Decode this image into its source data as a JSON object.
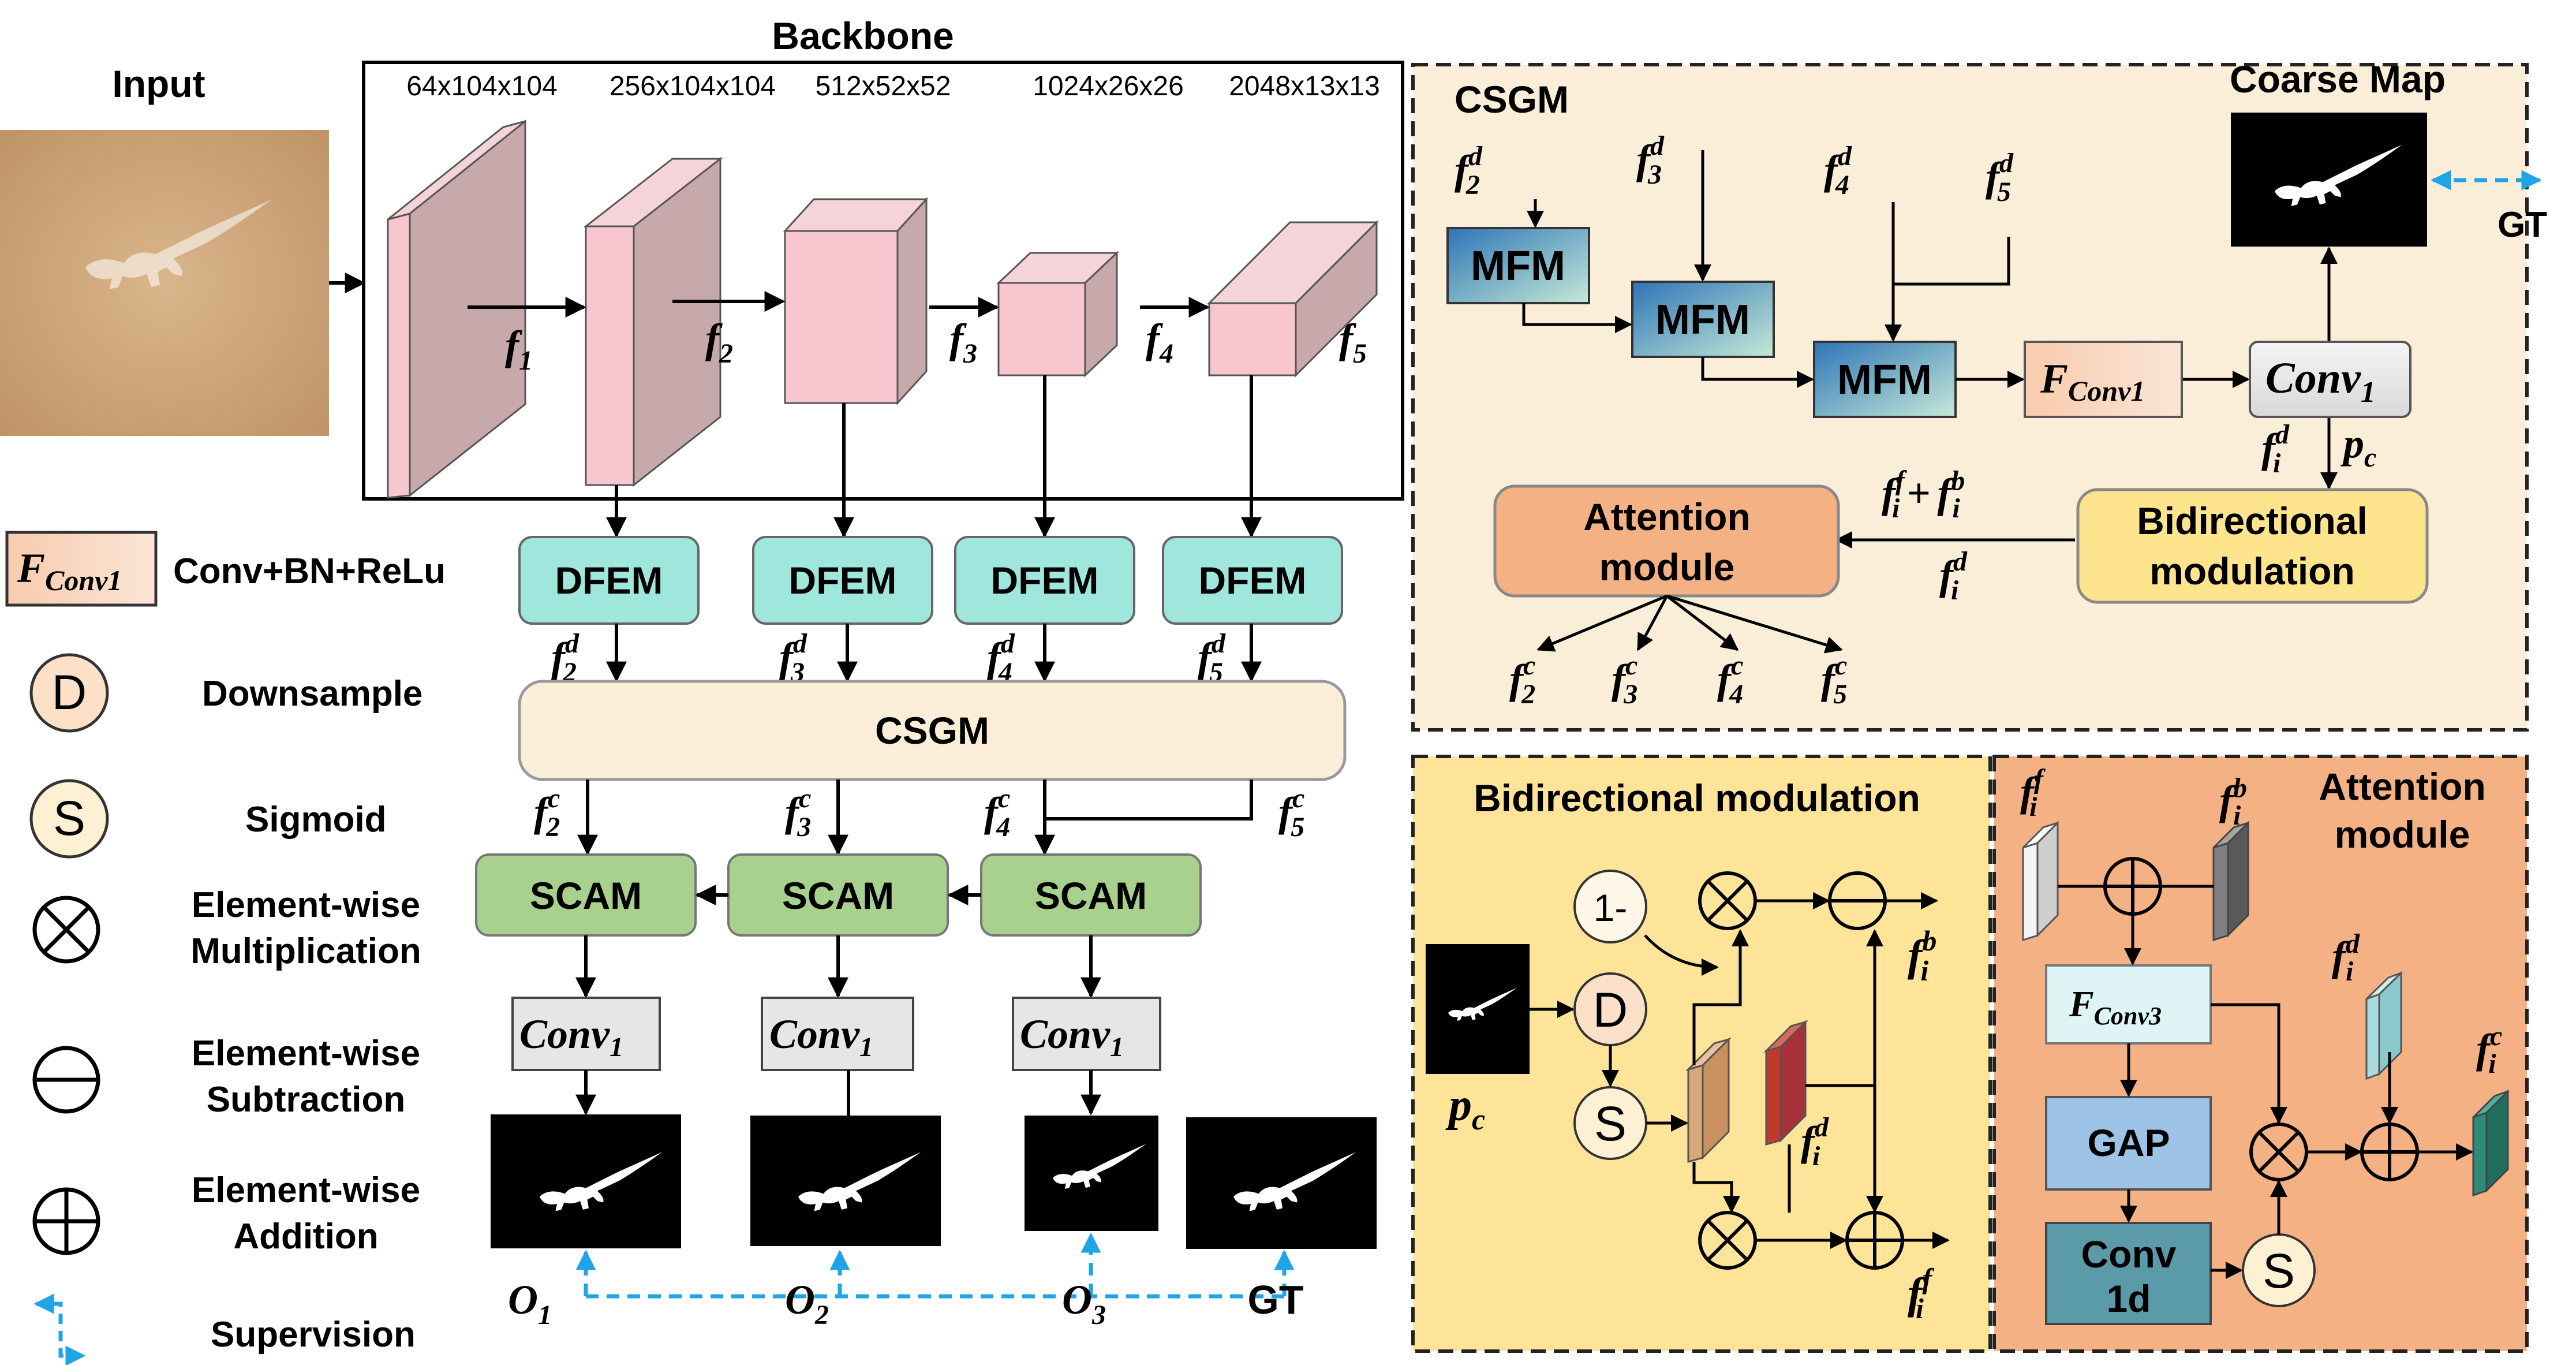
{
  "input": {
    "label": "Input"
  },
  "backbone": {
    "title": "Backbone",
    "dims": [
      "64x104x104",
      "256x104x104",
      "512x52x52",
      "1024x26x26",
      "2048x13x13"
    ],
    "features": [
      {
        "base": "f",
        "sub": "1"
      },
      {
        "base": "f",
        "sub": "2"
      },
      {
        "base": "f",
        "sub": "3"
      },
      {
        "base": "f",
        "sub": "4"
      },
      {
        "base": "f",
        "sub": "5"
      }
    ]
  },
  "legend": {
    "fconv1": {
      "base": "F",
      "sub": "Conv1"
    },
    "fconv1_desc": "Conv+BN+ReLu",
    "downsample_symbol": "D",
    "downsample_label": "Downsample",
    "sigmoid_symbol": "S",
    "sigmoid_label": "Sigmoid",
    "mult_label_1": "Element-wise",
    "mult_label_2": "Multiplication",
    "sub_label_1": "Element-wise",
    "sub_label_2": "Subtraction",
    "add_label_1": "Element-wise",
    "add_label_2": "Addition",
    "supervision_label": "Supervision"
  },
  "main": {
    "dfem_label": "DFEM",
    "csgm_label": "CSGM",
    "scam_label": "SCAM",
    "conv_base": "Conv",
    "conv_sub": "1",
    "dfem_outputs": [
      {
        "base": "f",
        "sub": "2",
        "sup": "d"
      },
      {
        "base": "f",
        "sub": "3",
        "sup": "d"
      },
      {
        "base": "f",
        "sub": "4",
        "sup": "d"
      },
      {
        "base": "f",
        "sub": "5",
        "sup": "d"
      }
    ],
    "csgm_outputs": [
      {
        "base": "f",
        "sub": "2",
        "sup": "c"
      },
      {
        "base": "f",
        "sub": "3",
        "sup": "c"
      },
      {
        "base": "f",
        "sub": "4",
        "sup": "c"
      },
      {
        "base": "f",
        "sub": "5",
        "sup": "c"
      }
    ],
    "outputs": [
      {
        "base": "O",
        "sub": "1"
      },
      {
        "base": "O",
        "sub": "2"
      },
      {
        "base": "O",
        "sub": "3"
      }
    ],
    "gt_label": "GT"
  },
  "csgm_panel": {
    "title": "CSGM",
    "coarse_map_label": "Coarse Map",
    "gt_label": "GT",
    "mfm_label": "MFM",
    "inputs": [
      {
        "base": "f",
        "sub": "2",
        "sup": "d"
      },
      {
        "base": "f",
        "sub": "3",
        "sup": "d"
      },
      {
        "base": "f",
        "sub": "4",
        "sup": "d"
      },
      {
        "base": "f",
        "sub": "5",
        "sup": "d"
      }
    ],
    "fconv1": {
      "base": "F",
      "sub": "Conv1"
    },
    "conv1": {
      "base": "Conv",
      "sub": "1"
    },
    "bidirectional_line1": "Bidirectional",
    "bidirectional_line2": "modulation",
    "attention_line1": "Attention",
    "attention_line2": "module",
    "fid_label": {
      "base": "f",
      "sub": "i",
      "sup": "d"
    },
    "pc_label": {
      "base": "p",
      "sub": "c"
    },
    "sum_label": {
      "a_base": "f",
      "a_sub": "i",
      "a_sup": "f",
      "op": "+",
      "b_base": "f",
      "b_sub": "i",
      "b_sup": "b"
    },
    "fid_label2": {
      "base": "f",
      "sub": "i",
      "sup": "d"
    },
    "outputs": [
      {
        "base": "f",
        "sub": "2",
        "sup": "c"
      },
      {
        "base": "f",
        "sub": "3",
        "sup": "c"
      },
      {
        "base": "f",
        "sub": "4",
        "sup": "c"
      },
      {
        "base": "f",
        "sub": "5",
        "sup": "c"
      }
    ]
  },
  "bidir_panel": {
    "title": "Bidirectional modulation",
    "one_minus": "1-",
    "d_symbol": "D",
    "s_symbol": "S",
    "pc_label": {
      "base": "p",
      "sub": "c"
    },
    "fid_label": {
      "base": "f",
      "sub": "i",
      "sup": "d"
    },
    "fib_label": {
      "base": "f",
      "sub": "i",
      "sup": "b"
    },
    "fif_label": {
      "base": "f",
      "sub": "i",
      "sup": "f"
    }
  },
  "att_panel": {
    "title_line1": "Attention",
    "title_line2": "module",
    "fif_label": {
      "base": "f",
      "sub": "i",
      "sup": "f"
    },
    "fib_label": {
      "base": "f",
      "sub": "i",
      "sup": "b"
    },
    "fid_label": {
      "base": "f",
      "sub": "i",
      "sup": "d"
    },
    "fic_label": {
      "base": "f",
      "sub": "i",
      "sup": "c"
    },
    "fconv3": {
      "base": "F",
      "sub": "Conv3"
    },
    "gap_label": "GAP",
    "conv1d_line1": "Conv",
    "conv1d_line2": "1d",
    "s_symbol": "S"
  },
  "colors": {
    "dfem": "#9fe6dc",
    "csgm_block": "#fbeed8",
    "scam": "#a9d18e",
    "conv_box": "#e7e6e6",
    "cube_front": "#f7c6ce",
    "cube_side": "#c8a9ab",
    "fconv_fill": "#f8cbad",
    "circle_d": "#fde0c8",
    "circle_s": "#fdf0d3",
    "csgm_panel_bg": "#fbeed8",
    "bidir_panel_bg": "#fee498",
    "att_panel_bg": "#f4b183",
    "attention_box": "#f4b183",
    "bidir_box": "#fee48c",
    "supervision": "#1fa4e8",
    "gap_box": "#9dc3e6",
    "conv1d_box": "#5b9aa9"
  }
}
